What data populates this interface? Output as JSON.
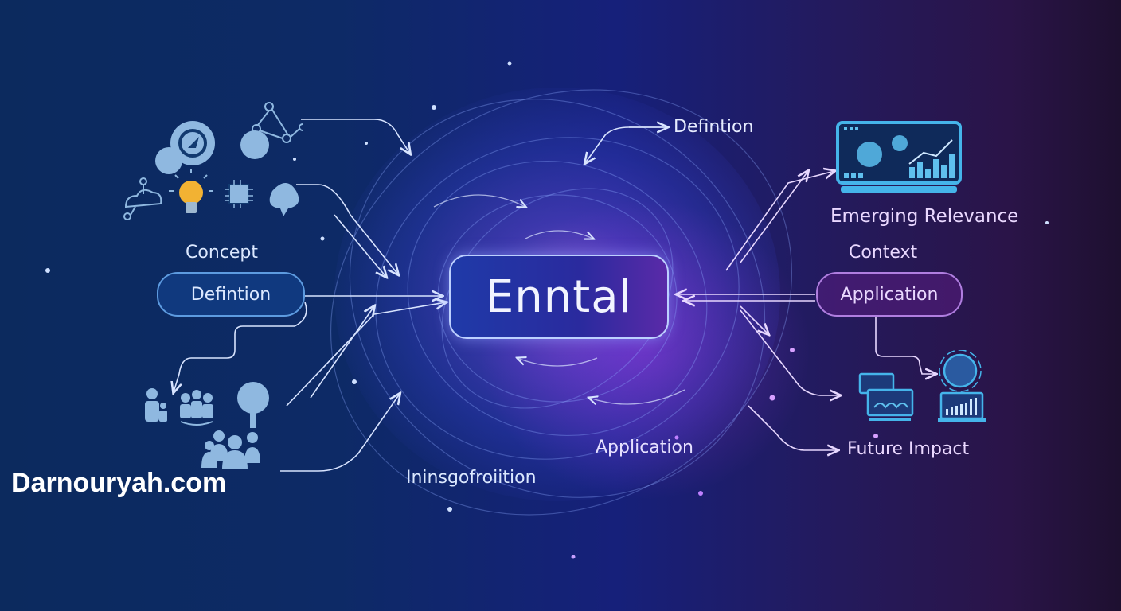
{
  "diagram": {
    "center": {
      "label": "Enntal"
    },
    "left": {
      "concept_label": "Concept",
      "pill_label": "Defintion"
    },
    "right": {
      "emerging_label": "Emerging Relevance",
      "context_label": "Context",
      "pill_label": "Application",
      "future_label": "Future Impact"
    },
    "top": {
      "definition_label": "Defintion"
    },
    "bottom": {
      "application_label": "Application",
      "transformation_label": "Ininsgofroiition"
    }
  },
  "branding": {
    "site": "Darnouryah.com"
  },
  "icons": {
    "top_left_cluster": [
      "chat-bubbles-icon",
      "lightbulb-icon",
      "network-nodes-icon",
      "chip-icon",
      "cloud-network-icon"
    ],
    "bottom_left_cluster": [
      "family-icon",
      "group-icon",
      "globe-tree-icon",
      "team-icon"
    ],
    "top_right": "dashboard-monitor-icon",
    "bottom_right": [
      "desktop-screens-icon",
      "globe-icon",
      "laptop-chart-icon"
    ]
  },
  "colors": {
    "bg_left": "#0c2a5e",
    "bg_right": "#2a1448",
    "center_border": "#bcd0ff",
    "left_accent": "#5d9be0",
    "right_accent": "#b07ee0",
    "text_light": "#e6ecff",
    "bulb_yellow": "#f2b233"
  }
}
